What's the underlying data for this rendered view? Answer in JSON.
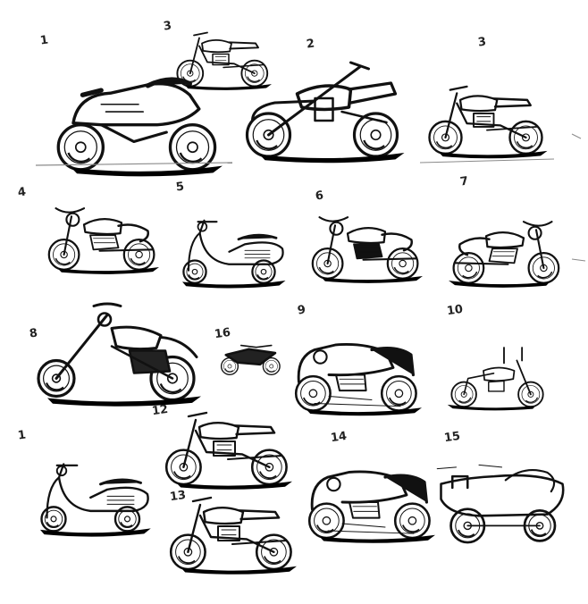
{
  "palette": {
    "ink": "#111111",
    "shadow": "#000000",
    "paper": "#ffffff",
    "pencil": "#8a8a8a"
  },
  "sketches": [
    {
      "label": "1",
      "kind": "sport"
    },
    {
      "label": "3",
      "kind": "naked"
    },
    {
      "label": "2",
      "kind": "cafe"
    },
    {
      "label": "3",
      "kind": "tracker"
    },
    {
      "label": "4",
      "kind": "cruiser"
    },
    {
      "label": "5",
      "kind": "scooter"
    },
    {
      "label": "6",
      "kind": "custom"
    },
    {
      "label": "7",
      "kind": "cruiser"
    },
    {
      "label": "8",
      "kind": "chopper"
    },
    {
      "label": "16",
      "kind": "mini"
    },
    {
      "label": "9",
      "kind": "bobber"
    },
    {
      "label": "10",
      "kind": "ape"
    },
    {
      "label": "1",
      "kind": "scooter"
    },
    {
      "label": "12",
      "kind": "standard"
    },
    {
      "label": "13",
      "kind": "standard"
    },
    {
      "label": "14",
      "kind": "bobber"
    },
    {
      "label": "15",
      "kind": "sidecar"
    }
  ]
}
